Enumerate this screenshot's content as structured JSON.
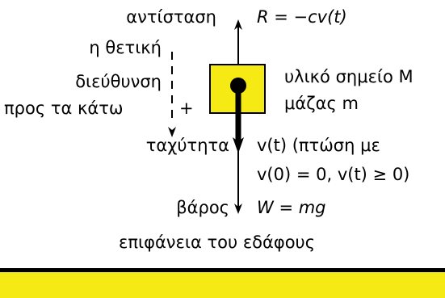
{
  "labels": {
    "resistance": "αντίσταση",
    "resistance_formula": "R = −cv(t)",
    "positive_direction_1": "η θετική",
    "positive_direction_2": "διεύθυνση",
    "positive_direction_3": "προς τα κάτω",
    "plus_sign": "+",
    "mass_point_1": "υλικό σημείο M",
    "mass_point_2": "μάζας m",
    "velocity": "ταχύτητα",
    "velocity_formula_1": "v(t) (πτώση με",
    "velocity_formula_2": "v(0) = 0, v(t) ≥ 0)",
    "weight": "βάρος",
    "weight_formula": "W = mg",
    "ground": "επιφάνεια του εδάφους"
  },
  "colors": {
    "box_fill": "#f5ea14",
    "ground_fill": "#f5ea14",
    "stroke": "#000000"
  }
}
